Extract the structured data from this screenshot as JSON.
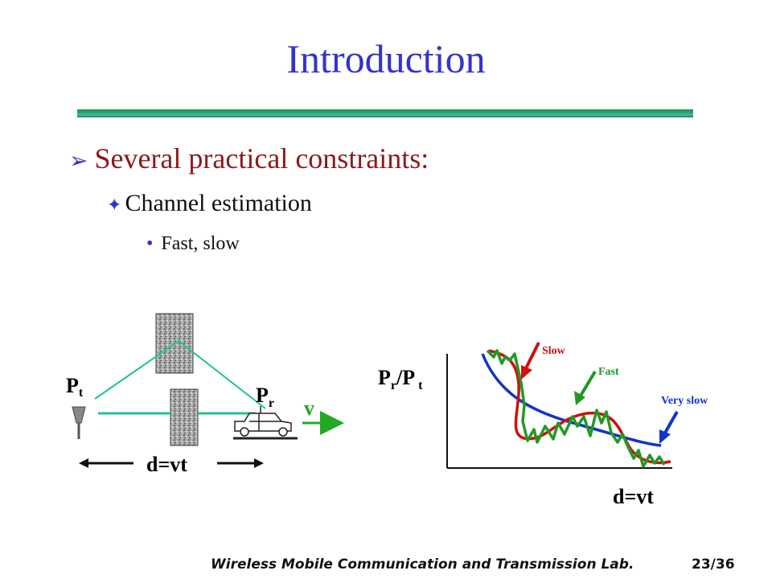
{
  "slide": {
    "title": "Introduction",
    "bullet1": "Several practical constraints:",
    "bullet2": "Channel estimation",
    "bullet3": "Fast, slow"
  },
  "diagram": {
    "tx_label_main": "P",
    "tx_label_sub": "t",
    "rx_label_main": "P",
    "rx_label_sub": "r",
    "velocity_label": "v",
    "distance_label": "d=vt"
  },
  "graph": {
    "ylabel_p1": "P",
    "ylabel_s1": "r",
    "ylabel_slash": "/P",
    "ylabel_s2": "t",
    "xlabel": "d=vt",
    "slow_label": "Slow",
    "fast_label": "Fast",
    "very_slow_label": "Very slow",
    "colors": {
      "slow": "#cc1111",
      "fast": "#229922",
      "very_slow": "#1133cc"
    }
  },
  "footer": {
    "lab_name": "Wireless Mobile Communication and Transmission Lab.",
    "page": "23/36"
  }
}
